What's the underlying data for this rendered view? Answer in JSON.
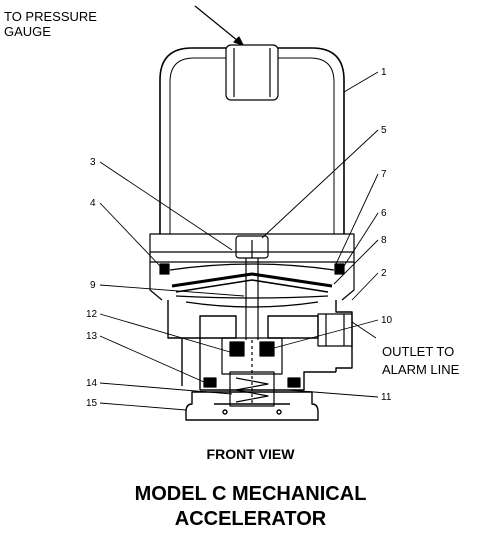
{
  "labels": {
    "pressure_gauge_line1": "TO PRESSURE",
    "pressure_gauge_line2": "GAUGE",
    "outlet_line1": "OUTLET TO",
    "outlet_line2": "ALARM LINE"
  },
  "part_numbers": {
    "p1": "1",
    "p2": "2",
    "p3": "3",
    "p4": "4",
    "p5": "5",
    "p6": "6",
    "p7": "7",
    "p8": "8",
    "p9": "9",
    "p10": "10",
    "p11": "11",
    "p12": "12",
    "p13": "13",
    "p14": "14",
    "p15": "15"
  },
  "view_label": "FRONT VIEW",
  "title_line1": "MODEL C MECHANICAL",
  "title_line2": "ACCELERATOR",
  "colors": {
    "ink": "#000000",
    "background": "#ffffff"
  }
}
